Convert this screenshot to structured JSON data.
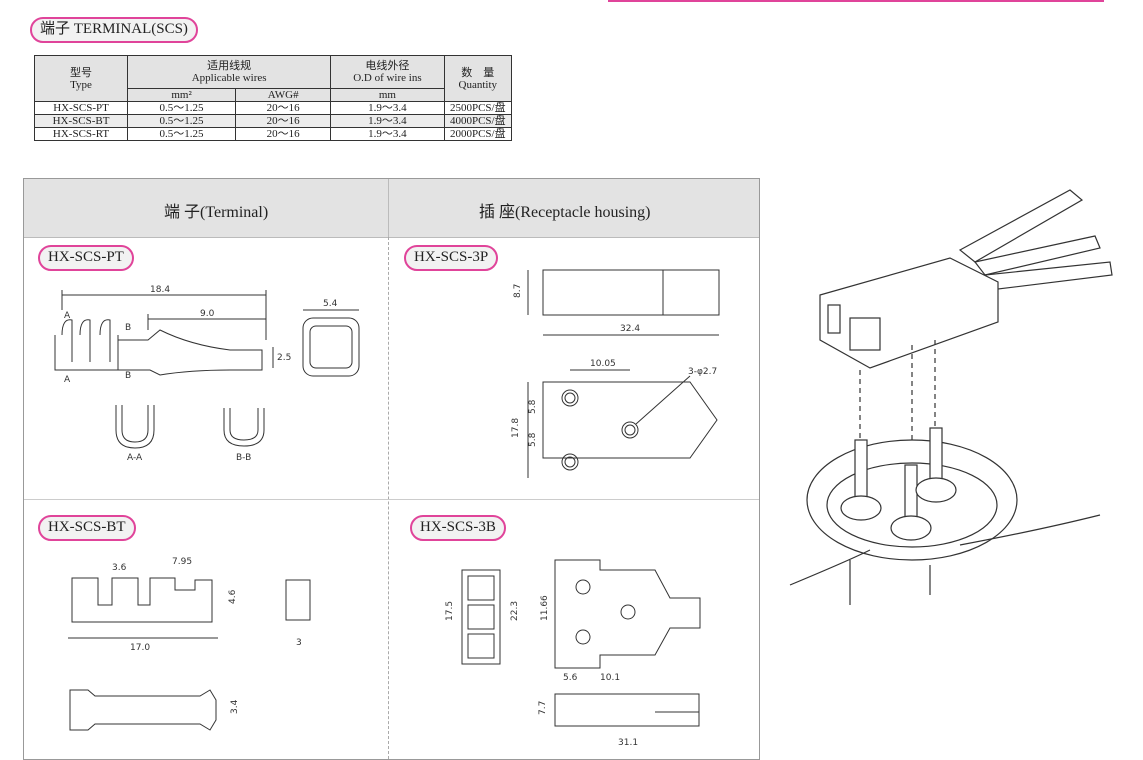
{
  "title": "端子 TERMINAL(SCS)",
  "spec_table": {
    "headers": {
      "type_cn": "型号",
      "type_en": "Type",
      "wires_cn": "适用线规",
      "wires_en": "Applicable wires",
      "od_cn": "电线外径",
      "od_en": "O.D of wire ins",
      "qty_cn": "数　量",
      "qty_en": "Quantity",
      "mm2": "mm²",
      "awg": "AWG#",
      "mm": "mm"
    },
    "rows": [
      {
        "type": "HX-SCS-PT",
        "mm2": "0.5～1.25",
        "awg": "20～16",
        "od": "1.9～3.4",
        "qty": "2500PCS/盘"
      },
      {
        "type": "HX-SCS-BT",
        "mm2": "0.5～1.25",
        "awg": "20～16",
        "od": "1.9～3.4",
        "qty": "4000PCS/盘"
      },
      {
        "type": "HX-SCS-RT",
        "mm2": "0.5～1.25",
        "awg": "20～16",
        "od": "1.9～3.4",
        "qty": "2000PCS/盘"
      }
    ]
  },
  "panel": {
    "terminal_head": "端 子(Terminal)",
    "housing_head": "插 座(Receptacle housing)",
    "pt_label": "HX-SCS-PT",
    "p3_label": "HX-SCS-3P",
    "bt_label": "HX-SCS-BT",
    "b3_label": "HX-SCS-3B"
  },
  "dims": {
    "pt_len": "18.4",
    "pt_mid": "9.0",
    "pt_w": "5.4",
    "pt_h": "2.5",
    "sec_a": "A-A",
    "sec_b": "B-B",
    "mark_a": "A",
    "mark_b": "B",
    "p3_h": "8.7",
    "p3_len": "32.4",
    "p3_pitch": "10.05",
    "p3_holes": "3-φ2.7",
    "p3_h2": "17.8",
    "p3_s1": "5.8",
    "p3_s2": "5.8",
    "bt_a": "3.6",
    "bt_b": "7.95",
    "bt_len": "17.0",
    "bt_h": "4.6",
    "bt_w": "3",
    "bt_h2": "3.4",
    "b3_h1": "17.5",
    "b3_h2": "22.3",
    "b3_h3": "11.66",
    "b3_a": "5.6",
    "b3_b": "10.1",
    "b3_h4": "7.7",
    "b3_len": "31.1"
  }
}
